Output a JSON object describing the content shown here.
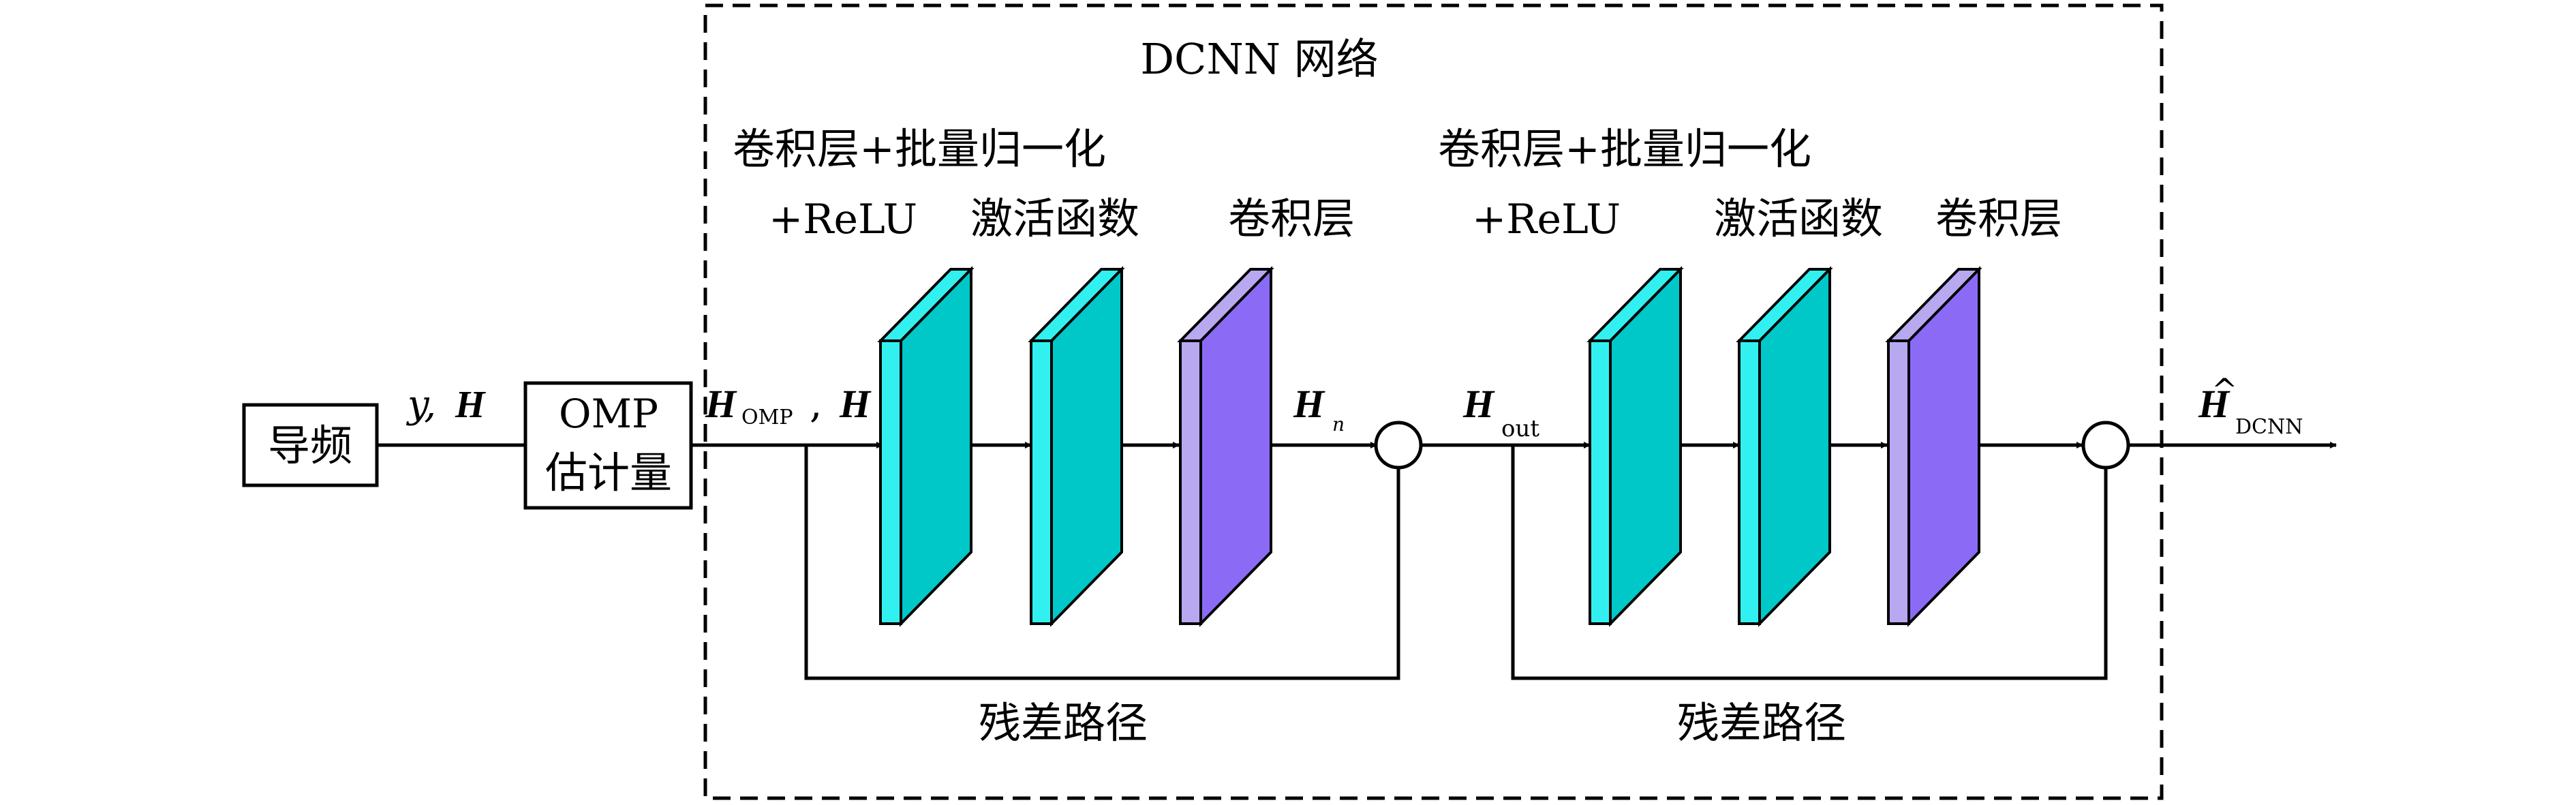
{
  "network_title": "DCNN  网络",
  "pilot_label": "导频",
  "omp_line1": "OMP",
  "omp_line2": "估计量",
  "input_y": "y,",
  "input_H": "H",
  "h_omp_main": "H",
  "h_omp_sub": "OMP",
  "h_omp_sep": ",",
  "h_omp_H": "H",
  "h_n_main": "H",
  "h_n_sub": "n",
  "h_out_main": "H",
  "h_out_sub": "out",
  "h_dcnn_hat": "^",
  "h_dcnn_main": "H",
  "h_dcnn_sub": "DCNN",
  "block1": {
    "conv_bn_label": "卷积层+批量归一化",
    "relu_label": "+ReLU",
    "act_label": "激活函数",
    "conv_label": "卷积层",
    "residual_label": "残差路径"
  },
  "block2": {
    "conv_bn_label": "卷积层+批量归一化",
    "relu_label": "+ReLU",
    "act_label": "激活函数",
    "conv_label": "卷积层",
    "residual_label": "残差路径"
  },
  "colors": {
    "cyan_front": "#33F0F0",
    "cyan_side": "#00C8C8",
    "purple_front": "#B8A8F0",
    "purple_side": "#8B6BF5",
    "line": "#000000"
  }
}
